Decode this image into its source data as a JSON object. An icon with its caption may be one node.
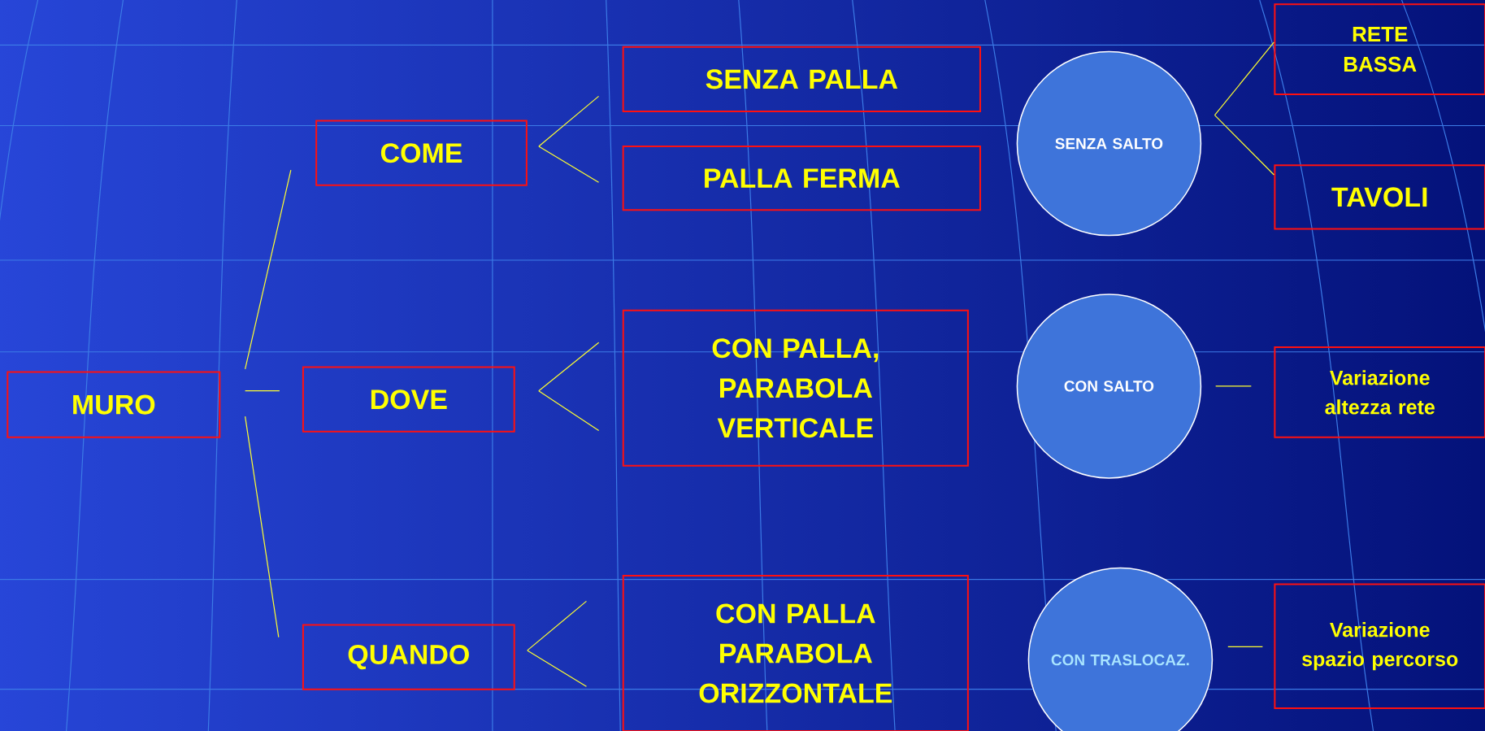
{
  "diagram": {
    "nodes": [
      {
        "text": [
          "MURO"
        ]
      },
      {
        "text": [
          "COME"
        ]
      },
      {
        "text": [
          "DOVE"
        ]
      },
      {
        "text": [
          "QUANDO"
        ]
      },
      {
        "text": [
          "SENZA PALLA"
        ]
      },
      {
        "text": [
          "PALLA  FERMA"
        ]
      },
      {
        "text": [
          "CON PALLA, PARABOLA VERTICALE"
        ]
      },
      {
        "text": [
          "CON PALLA PARABOLA ORIZZONTALE"
        ]
      },
      {
        "text": [
          "SENZA SALTO"
        ]
      },
      {
        "text": [
          "RETE BASSA"
        ]
      },
      {
        "text": [
          "TAVOLI"
        ]
      },
      {
        "text": [
          "CON  SALTO"
        ]
      },
      {
        "text": [
          "Variazione altezza rete"
        ]
      },
      {
        "text": [
          "CON TRASLOCAZ."
        ]
      },
      {
        "text": [
          "Variazione spazio percorso"
        ]
      }
    ],
    "edges": [
      {
        "from": 0,
        "to": 1,
        "arrow": "none"
      },
      {
        "from": 0,
        "to": 2,
        "arrow": "none"
      },
      {
        "from": 0,
        "to": 3,
        "arrow": "none"
      },
      {
        "from": 1,
        "to": 4,
        "arrow": "none"
      },
      {
        "from": 1,
        "to": 5,
        "arrow": "none"
      },
      {
        "from": 2,
        "to": 6,
        "arrow": "none"
      },
      {
        "from": 2,
        "to": 6,
        "arrow": "none"
      },
      {
        "from": 3,
        "to": 7,
        "arrow": "none"
      },
      {
        "from": 3,
        "to": 7,
        "arrow": "none"
      },
      {
        "from": 8,
        "to": 9,
        "arrow": "none"
      },
      {
        "from": 8,
        "to": 10,
        "arrow": "none"
      },
      {
        "from": 11,
        "to": 12,
        "arrow": "none"
      },
      {
        "from": 13,
        "to": 14,
        "arrow": "none"
      }
    ]
  }
}
